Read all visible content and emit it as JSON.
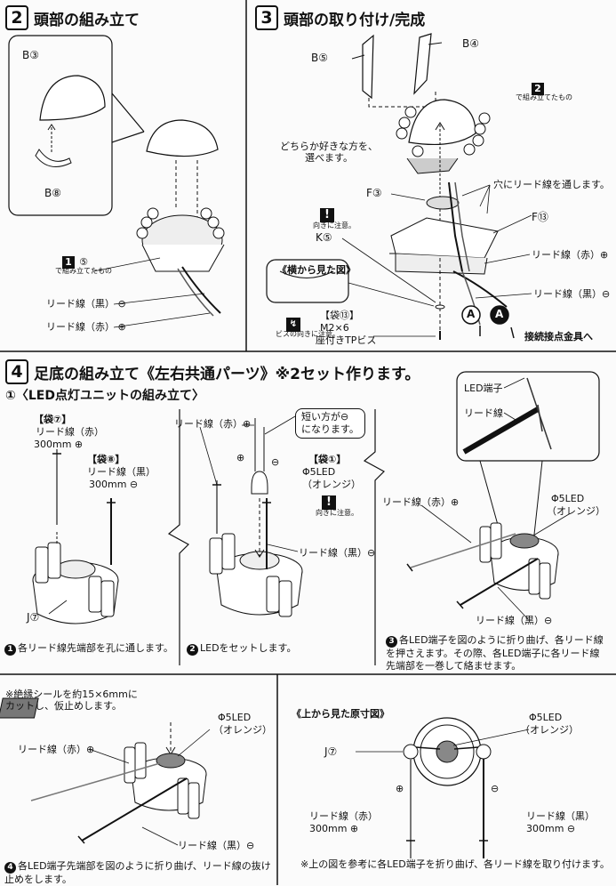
{
  "section2": {
    "number": "2",
    "title": "頭部の組み立て",
    "part_b3": "B③",
    "part_b8": "B⑧",
    "bag_num": "1",
    "bag_part": "⑤",
    "bag_note": "で組み立てたもの",
    "lead_black": "リード線（黒）",
    "lead_black_sign": "⊖",
    "lead_red": "リード線（赤）",
    "lead_red_sign": "⊕"
  },
  "section3": {
    "number": "3",
    "title": "頭部の取り付け/完成",
    "part_b5": "B⑤",
    "part_b4": "B④",
    "ref_num": "2",
    "ref_note": "で組み立てたもの",
    "choose_note": "どちらか好きな方を、\n選べます。",
    "part_f3": "F③",
    "hole_note": "穴にリード線を通します。",
    "part_f13": "F⑬",
    "caution_note": "向きに注意。",
    "part_k5": "K⑤",
    "lead_red": "リード線（赤）⊕",
    "side_view": "《横から見た図》",
    "lead_black": "リード線（黒）⊖",
    "bag_label": "【袋⑬】",
    "screw_spec": "M2×6",
    "screw_name": "座付きTPビス",
    "screw_note": "ビスの向きに注意。",
    "mark_a": "A",
    "connect_note": "接続接点金具へ"
  },
  "section4": {
    "number": "4",
    "title": "足底の組み立て《左右共通パーツ》※2セット作ります。",
    "subtitle": "①〈LED点灯ユニットの組み立て〉",
    "bag7": "【袋⑦】",
    "lead_red": "リード線（赤）",
    "len_300_plus": "300mm ⊕",
    "bag8": "【袋⑧】",
    "lead_black": "リード線（黒）",
    "len_300_minus": "300mm ⊖",
    "part_j7": "J⑦",
    "lead_red_plus": "リード線（赤）⊕",
    "short_note": "短い方が⊖\nになります。",
    "bag1": "【袋①】",
    "led_name": "Φ5LED",
    "led_color": "（オレンジ）",
    "caution_note": "向きに注意。",
    "lead_black_minus": "リード線（黒）⊖",
    "led_terminal": "LED端子",
    "lead_wire": "リード線",
    "plus": "⊕",
    "minus": "⊖",
    "step1": "各リード線先端部を孔に通します。",
    "step2": "LEDをセットします。",
    "step3": "各LED端子を図のように折り曲げ、各リード線を押さえます。その際、各LED端子に各リード線先端部を一巻して絡ませます。",
    "seal_note": "※絶縁シールを約15×6mmに\nカットし、仮止めします。",
    "top_view": "《上から見た原寸図》",
    "step4": "各LED端子先端部を図のように折り曲げ、リード線の抜け止めをします。",
    "bottom_note": "※上の図を参考に各LED端子を折り曲げ、各リード線を取り付けます。"
  }
}
